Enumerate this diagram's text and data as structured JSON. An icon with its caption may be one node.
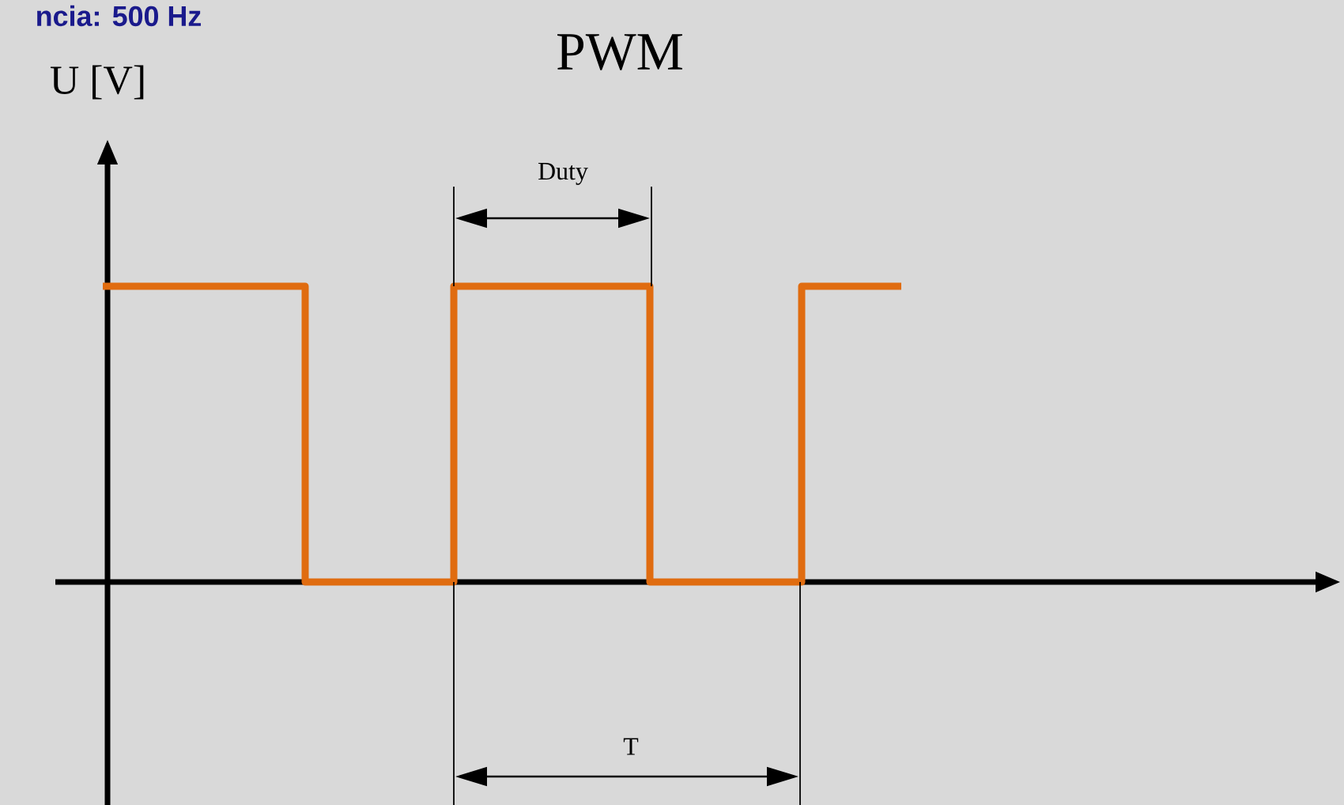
{
  "diagram": {
    "title": "PWM",
    "labels": [
      "ncia: 500 Hz",
      "U [V]",
      "Duty",
      "T"
    ]
  }
}
